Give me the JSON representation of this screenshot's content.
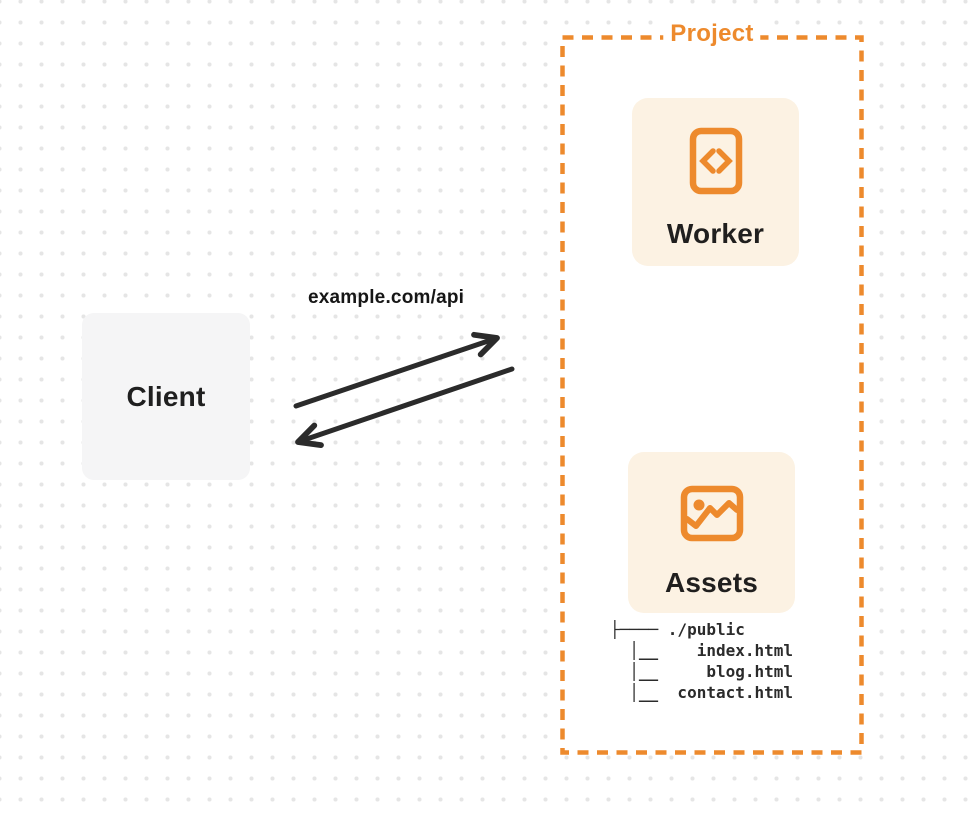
{
  "colors": {
    "accent_orange": "#ED8A2D",
    "card_bg": "#FCF2E3",
    "client_bg": "#F5F5F6",
    "arrow_dark": "#2B2B2B",
    "text_dark": "#1F1F1F",
    "dot_grid": "#E5E5E5"
  },
  "client": {
    "label": "Client"
  },
  "request": {
    "label": "example.com/api"
  },
  "project": {
    "label": "Project",
    "worker": {
      "label": "Worker",
      "icon": "code-file-icon"
    },
    "assets": {
      "label": "Assets",
      "icon": "image-icon"
    },
    "file_tree": {
      "lines": [
        "├──── ./public",
        "  │__    index.html",
        "  │__     blog.html",
        "  │__  contact.html"
      ]
    }
  }
}
